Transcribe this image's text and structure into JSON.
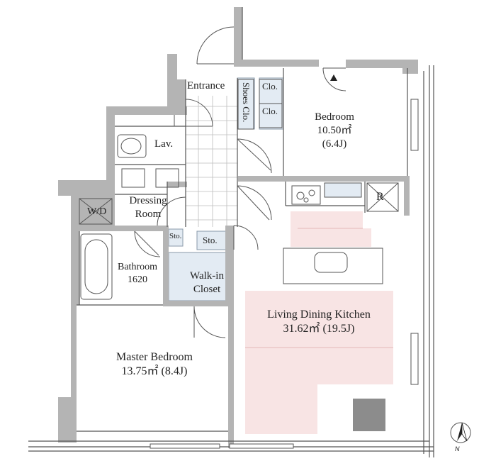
{
  "rooms": {
    "entrance": "Entrance",
    "shoes_closet": "Shoes Clo.",
    "closet_1": "Clo.",
    "closet_2": "Clo.",
    "bedroom": {
      "name": "Bedroom",
      "area": "10.50㎡",
      "jo": "(6.4J)"
    },
    "lavatory": "Lav.",
    "dressing_room": {
      "line1": "Dressing",
      "line2": "Room"
    },
    "washer_dryer": "W/D",
    "storage_small": "Sto.",
    "storage": "Sto.",
    "bathroom": {
      "name": "Bathroom",
      "size": "1620"
    },
    "walk_in_closet": {
      "line1": "Walk-in",
      "line2": "Closet"
    },
    "refrigerator": "R",
    "ldk": {
      "name": "Living Dining Kitchen",
      "area": "31.62㎡ (19.5J)"
    },
    "master_bedroom": {
      "name": "Master Bedroom",
      "area": "13.75㎡ (8.4J)"
    }
  },
  "compass": {
    "label": "N"
  },
  "colors": {
    "wall": "#b4b4b4",
    "line": "#555555",
    "closet_fill": "#e3ebf3",
    "ldk_fill": "#f8e4e4",
    "column": "#8c8c8c",
    "floor_tile_line": "#bdbdbd"
  }
}
